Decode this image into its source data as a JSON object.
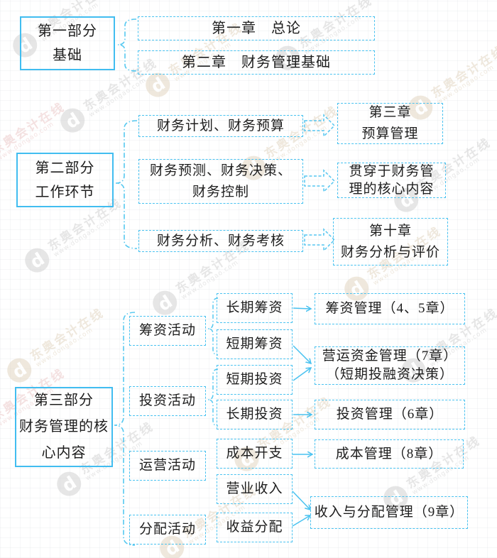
{
  "colors": {
    "accent_solid": "#41bdf0",
    "accent_dash": "#49c2f0",
    "text": "#1d1d1d"
  },
  "watermark": {
    "brand": "东奥会计在线",
    "url": "www.dongao.com",
    "logo_letter": "d"
  },
  "part1": {
    "title_line1": "第一部分",
    "title_line2": "基础",
    "chapter1": "第一章　总论",
    "chapter2": "第二章　财务管理基础"
  },
  "part2": {
    "title_line1": "第二部分",
    "title_line2": "工作环节",
    "row1": {
      "label": "财务计划、财务预算",
      "result_line1": "第三章",
      "result_line2": "预算管理"
    },
    "row2": {
      "label_line1": "财务预测、财务决策、",
      "label_line2": "财务控制",
      "result_line1": "贯穿于财务管",
      "result_line2": "理的核心内容"
    },
    "row3": {
      "label": "财务分析、财务考核",
      "result_line1": "第十章",
      "result_line2": "财务分析与评价"
    }
  },
  "part3": {
    "title_line1": "第三部分",
    "title_line2": "财务管理的核",
    "title_line3": "心内容",
    "activity1": "筹资活动",
    "activity2": "投资活动",
    "activity3": "运营活动",
    "activity4": "分配活动",
    "item1": "长期筹资",
    "item2": "短期筹资",
    "item3": "短期投资",
    "item4": "长期投资",
    "item5": "成本开支",
    "item6": "营业收入",
    "item7": "收益分配",
    "result1": "筹资管理（4、5章）",
    "result2_line1": "营运资金管理（7章）",
    "result2_line2": "（短期投融资决策）",
    "result3": "投资管理（6章）",
    "result4": "成本管理（8章）",
    "result5": "收入与分配管理（9章）"
  }
}
